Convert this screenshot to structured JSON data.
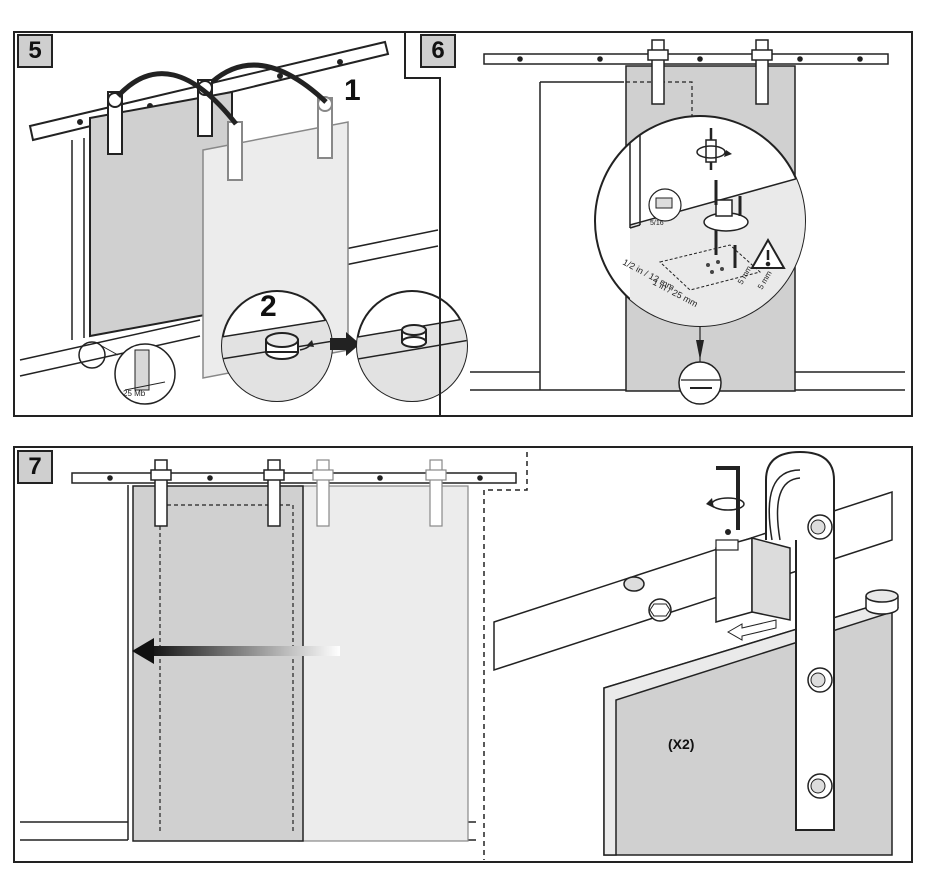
{
  "steps": {
    "step5": {
      "number": "5",
      "action_1": "1",
      "action_2": "2"
    },
    "step6": {
      "number": "6"
    },
    "step7": {
      "number": "7",
      "quantity_note": "(X2)"
    }
  },
  "colors": {
    "outline": "#222222",
    "panel_fill": "#d0d0d0",
    "ghost_fill": "#ececec",
    "badge_fill": "#cfcfcf",
    "warning_fill": "#ffffff"
  },
  "icons": [
    "rotate-arrow-icon",
    "warning-triangle-icon",
    "slide-left-arrow-icon",
    "hex-key-icon",
    "direction-arrow-icon"
  ]
}
